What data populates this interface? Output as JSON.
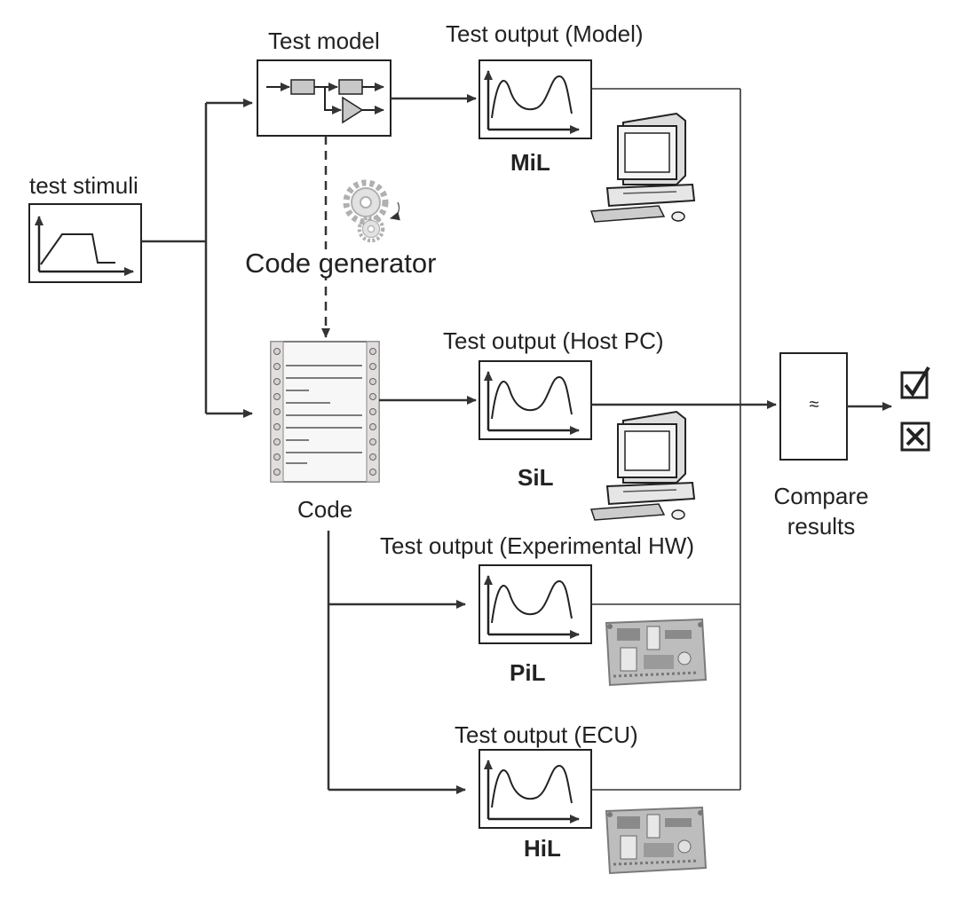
{
  "labels": {
    "test_stimuli": "test stimuli",
    "test_model": "Test model",
    "code_generator": "Code generator",
    "code": "Code",
    "compare_results_line1": "Compare",
    "compare_results_line2": "results",
    "compare_symbol": "≈"
  },
  "stages": [
    {
      "id": "mil",
      "output_title": "Test output (Model)",
      "level": "MiL"
    },
    {
      "id": "sil",
      "output_title": "Test output (Host PC)",
      "level": "SiL"
    },
    {
      "id": "pil",
      "output_title": "Test output (Experimental HW)",
      "level": "PiL"
    },
    {
      "id": "hil",
      "output_title": "Test output (ECU)",
      "level": "HiL"
    }
  ],
  "results": [
    "pass",
    "fail"
  ],
  "colors": {
    "line": "#333333",
    "stroke": "#222222",
    "gear": "#b0b0b0",
    "board": "#9a9a9a"
  }
}
